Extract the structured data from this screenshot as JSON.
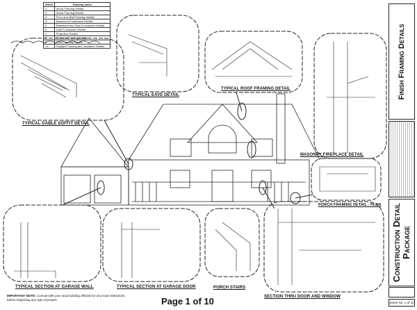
{
  "drawing_index": {
    "headers": [
      "Sheet",
      "Drawing Index"
    ],
    "rows": [
      [
        "1",
        "Wood Framing Details"
      ],
      [
        "2",
        "Wood Framing Details"
      ],
      [
        "3",
        "Floor and Wall Framing Details"
      ],
      [
        "4",
        "Basement Foundation Details"
      ],
      [
        "5",
        "Basement and Slab Foundation Details"
      ],
      [
        "6",
        "Slab Foundation Details"
      ],
      [
        "7",
        "Projection Details"
      ],
      [
        "8",
        "Roof and Framing Details"
      ],
      [
        "9",
        "Roof Framing Details"
      ],
      [
        "10",
        "Skylight Framing and Insulation Details"
      ]
    ]
  },
  "details": {
    "gable_soffit": "TYPICAL GABLE SOFFIT DETAIL",
    "eave": "TYPICAL EAVE DETAIL",
    "roof_framing": "TYPICAL ROOF FRAMING DETAIL",
    "fireplace": "MASONRY FIREPLACE DETAIL",
    "porch_framing": "PORCH FRAMING DETAIL - PLAN",
    "garage_wall": "TYPICAL SECTION AT GARAGE WALL",
    "garage_door": "TYPICAL SECTION AT GARAGE DOOR",
    "porch_stairs": "PORCH STAIRS",
    "door_window": "SECTION THRU DOOR AND WINDOW"
  },
  "title_block": {
    "title": "Finish Framing Details",
    "package": "Construction Detail Package",
    "sheet": "Sheet No. 1 of 10"
  },
  "important_note": {
    "label": "IMPORTANT NOTE:",
    "text": "Consult with your local building officials for any local restrictions, before beginning any type of project."
  },
  "page_indicator": "Page 1 of 10"
}
